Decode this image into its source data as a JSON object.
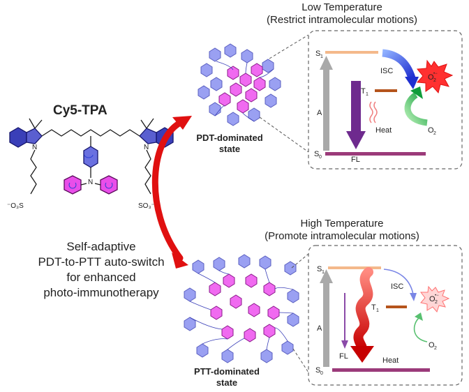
{
  "compound": {
    "name": "Cy5-TPA",
    "sulfonate_left": "⁻O₃S",
    "sulfonate_right": "SO₃⁻",
    "n_label": "N"
  },
  "description": {
    "line1": "Self-adaptive",
    "line2": "PDT-to-PTT auto-switch",
    "line3": "for enhanced",
    "line4": "photo-immunotherapy"
  },
  "low": {
    "title": "Low Temperature",
    "subtitle": "(Restrict intramolecular motions)",
    "state_line1": "PDT-dominated",
    "state_line2": "state"
  },
  "high": {
    "title": "High Temperature",
    "subtitle": "(Promote intramolecular motions)",
    "state_line1": "PTT-dominated",
    "state_line2": "state"
  },
  "jablonski": {
    "s1": "S",
    "s1_sub": "1",
    "s0": "S",
    "s0_sub": "0",
    "t1": "T",
    "t1_sub": "1",
    "absorption": "A",
    "fluorescence": "FL",
    "isc": "ISC",
    "heat": "Heat",
    "o2": "O",
    "o2_sub": "2",
    "superoxide_sup": "•−"
  },
  "colors": {
    "s1_level": "#f4b98b",
    "s0_level": "#9b3a7a",
    "t1_level": "#b5541c",
    "absorption_arrow": "#a9a9a9",
    "fl_arrow": "#6e2a8e",
    "isc_arrow": "#2a3ed6",
    "o2_arrow": "#1aa14a",
    "burst": "#ff2a2a",
    "heat": "#e02020",
    "hex_blue": "#9aa0f2",
    "hex_magenta": "#f06af0",
    "switch_arrow": "#e01010"
  }
}
